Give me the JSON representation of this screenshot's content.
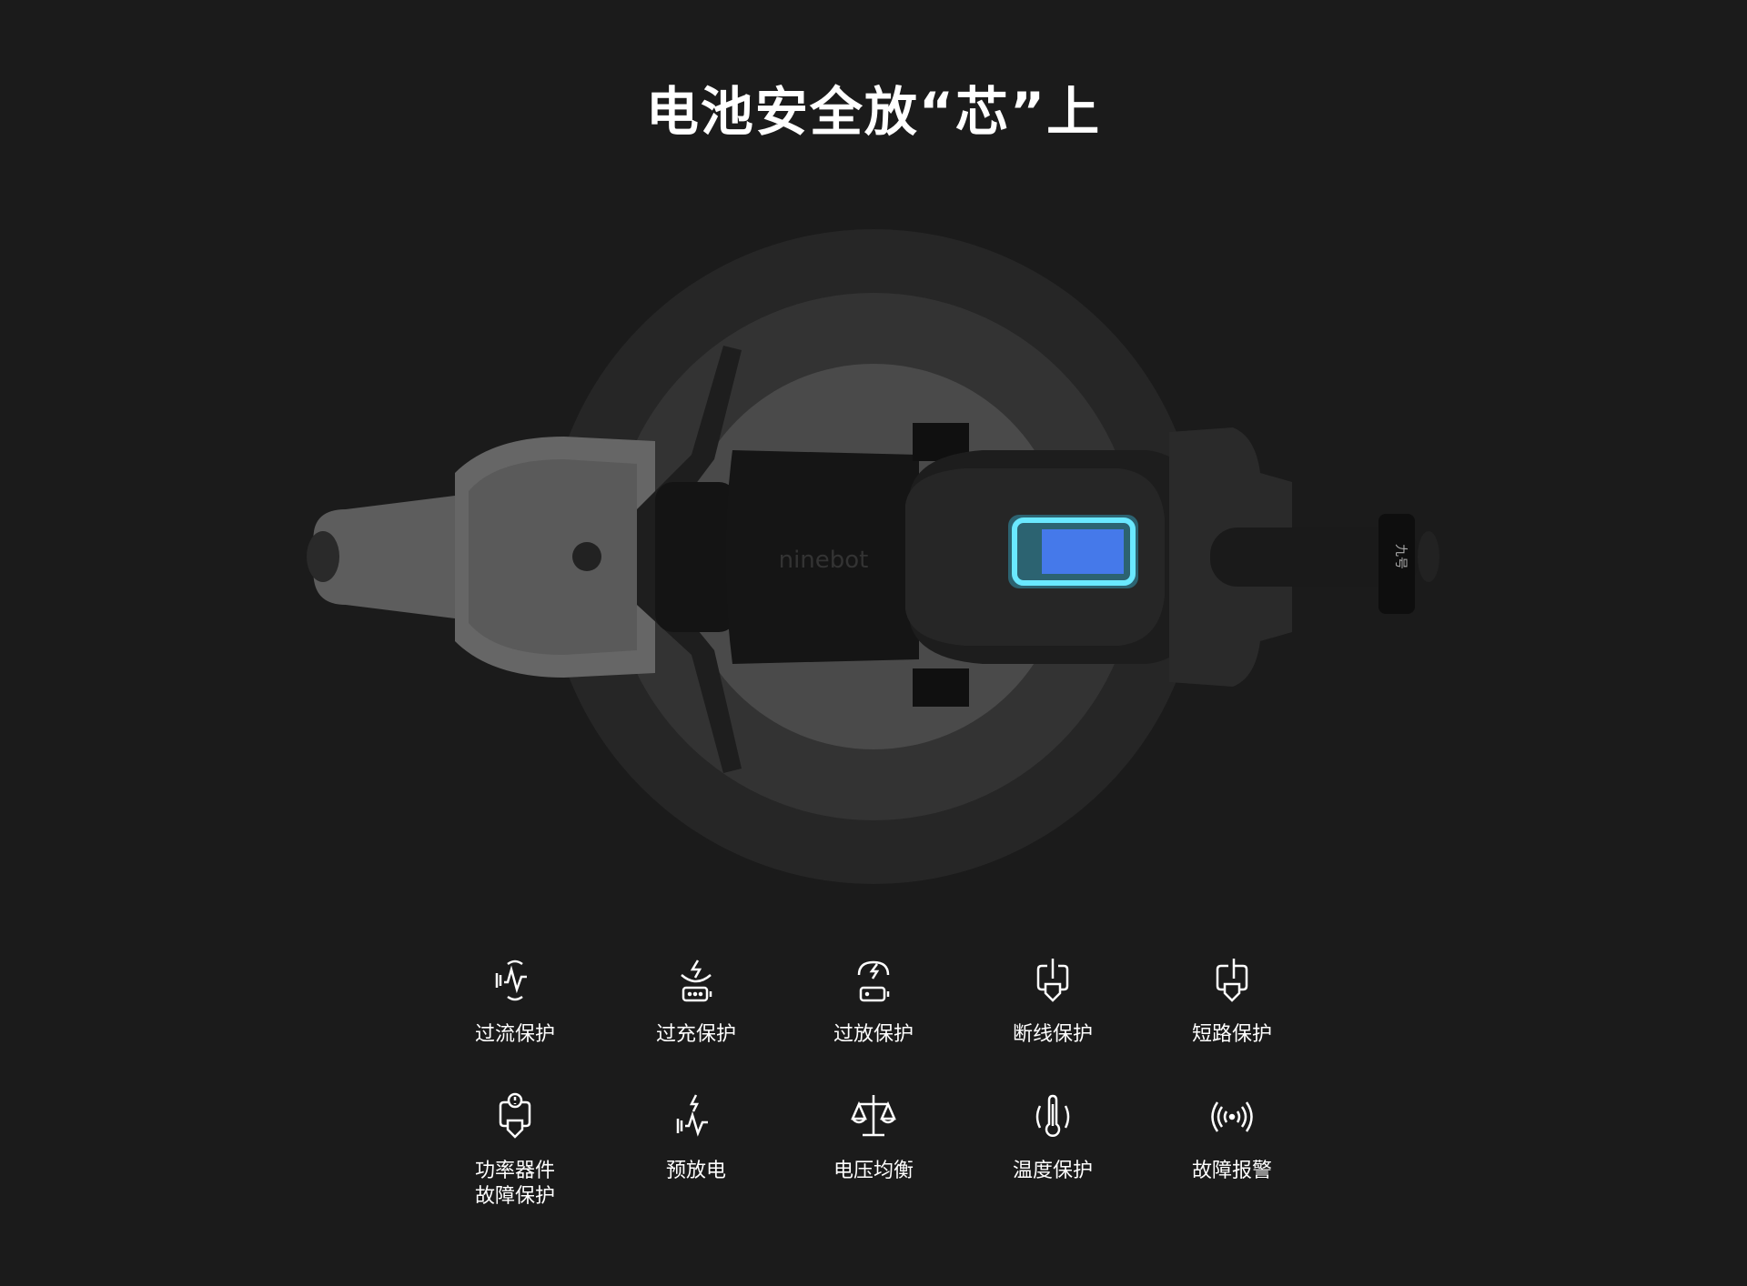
{
  "title": "电池安全放“芯”上",
  "scooter": {
    "brand_text": "ninebot",
    "tail_logo": "九号"
  },
  "colors": {
    "background": "#1b1b1b",
    "battery_glow": "#3ad6ff"
  },
  "features": [
    {
      "label": "过流保护",
      "icon": "current-wave-icon"
    },
    {
      "label": "过充保护",
      "icon": "overcharge-battery-icon"
    },
    {
      "label": "过放保护",
      "icon": "overdischarge-battery-icon"
    },
    {
      "label": "断线保护",
      "icon": "plug-shield-icon"
    },
    {
      "label": "短路保护",
      "icon": "short-circuit-shield-icon"
    },
    {
      "label": "功率器件\n故障保护",
      "icon": "power-device-alert-icon"
    },
    {
      "label": "预放电",
      "icon": "predischarge-icon"
    },
    {
      "label": "电压均衡",
      "icon": "balance-scale-icon"
    },
    {
      "label": "温度保护",
      "icon": "thermometer-icon"
    },
    {
      "label": "故障报警",
      "icon": "signal-alarm-icon"
    }
  ]
}
